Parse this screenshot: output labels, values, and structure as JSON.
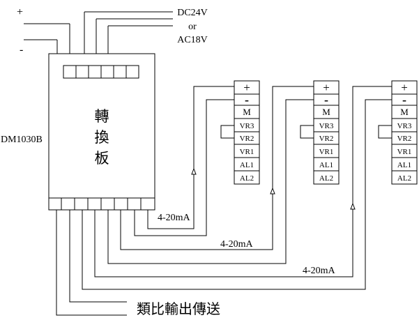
{
  "power": {
    "plus_sign": "+",
    "minus_sign": "-",
    "option_1": "DC24V",
    "or_text": "or",
    "option_2": "AC18V"
  },
  "converter": {
    "model": "DM1030B",
    "title_chars": [
      "轉",
      "換",
      "板"
    ]
  },
  "modules": [
    {
      "terminals": [
        "+",
        "-",
        "M",
        "VR3",
        "VR2",
        "VR1",
        "AL1",
        "AL2"
      ]
    },
    {
      "terminals": [
        "+",
        "-",
        "M",
        "VR3",
        "VR2",
        "VR1",
        "AL1",
        "AL2"
      ]
    },
    {
      "terminals": [
        "+",
        "-",
        "M",
        "VR3",
        "VR2",
        "VR1",
        "AL1",
        "AL2"
      ]
    }
  ],
  "signal_labels": [
    "4-20mA",
    "4-20mA",
    "4-20mA"
  ],
  "analog_output_label": "類比輸出傳送"
}
